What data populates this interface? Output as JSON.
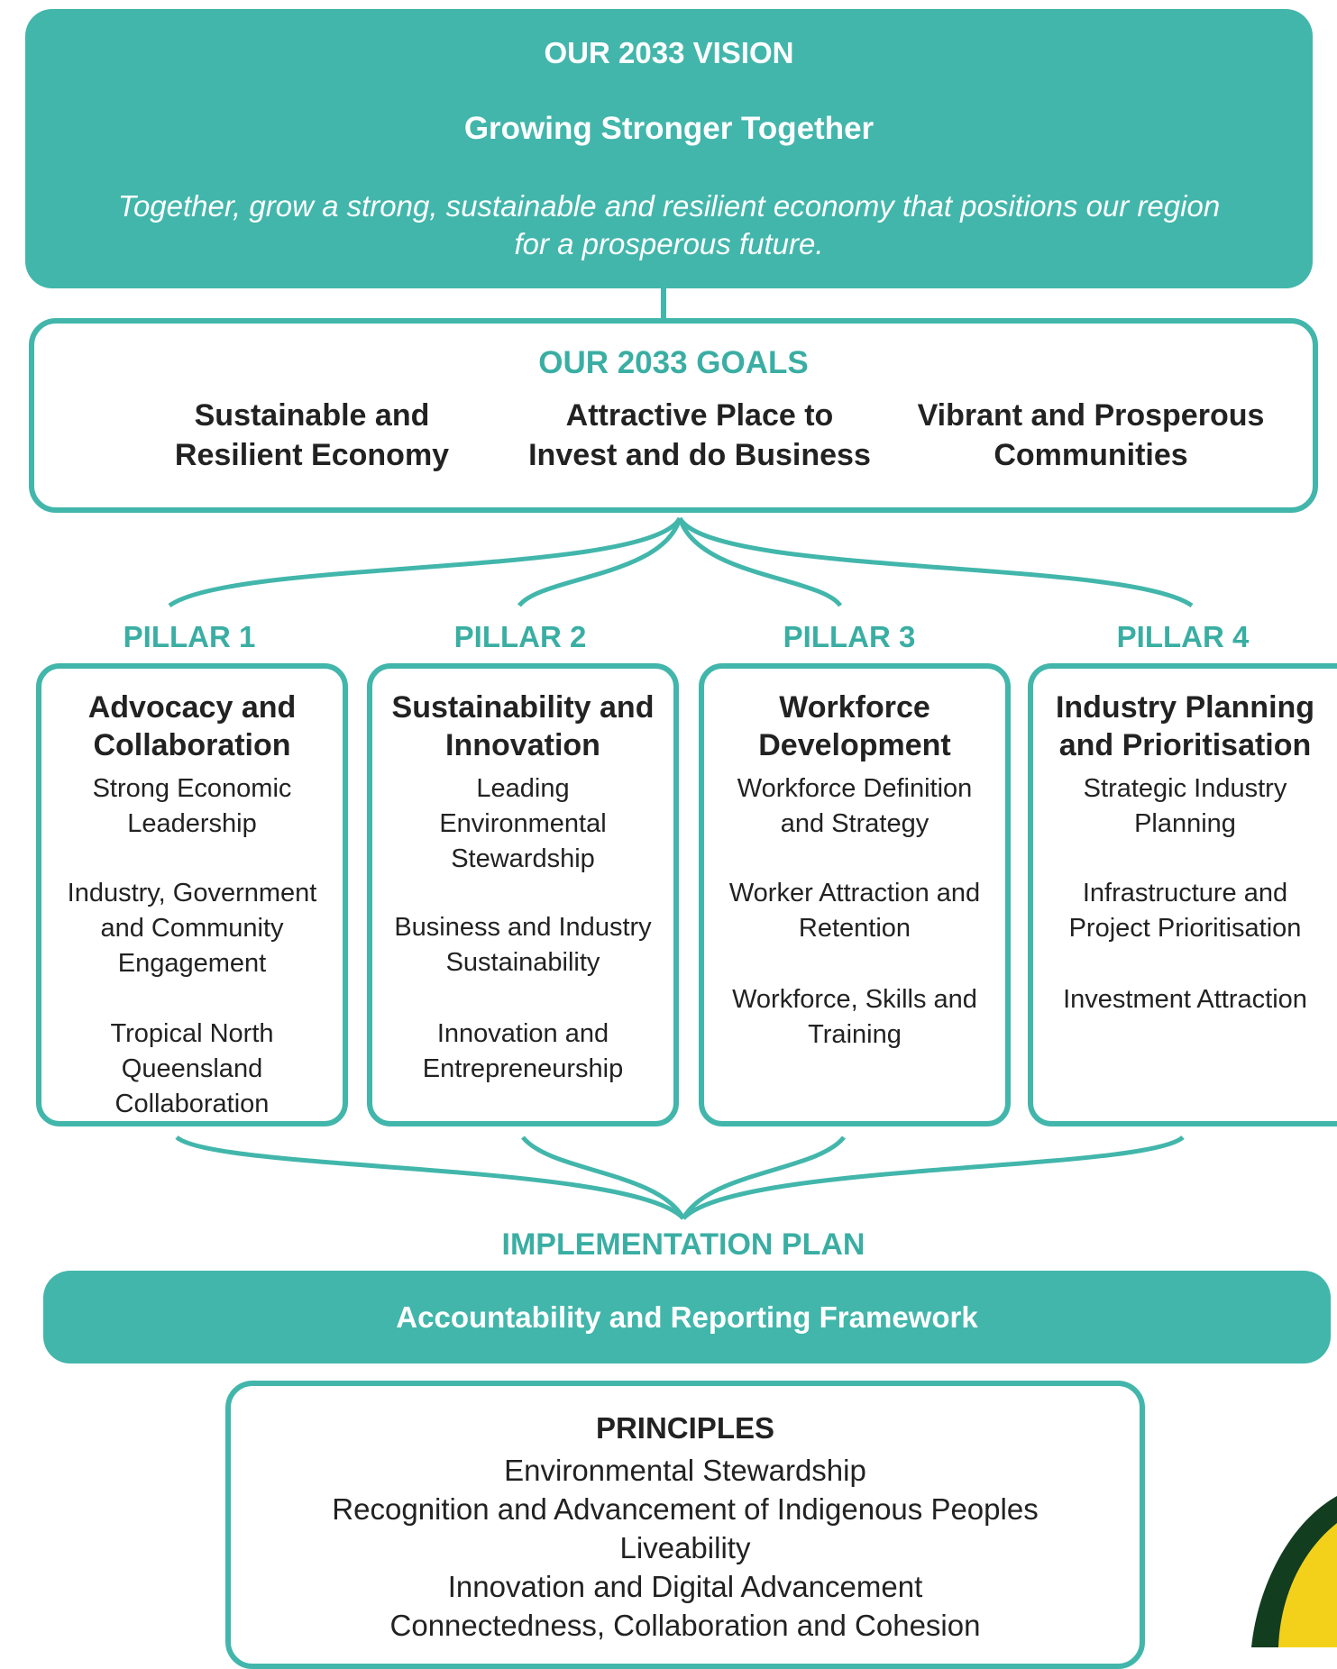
{
  "colors": {
    "teal": "#42b6ab",
    "teal_text": "#3aaea3",
    "text": "#222222",
    "corner_dark": "#123d1f",
    "corner_yellow": "#f3d11a"
  },
  "vision": {
    "heading": "OUR 2033 VISION",
    "title": "Growing Stronger Together",
    "description": "Together, grow a strong, sustainable and resilient economy that positions our region for a prosperous future."
  },
  "goals": {
    "heading": "OUR 2033 GOALS",
    "items": [
      {
        "line1": "Sustainable and",
        "line2": "Resilient Economy"
      },
      {
        "line1": "Attractive Place to",
        "line2": "Invest and do Business"
      },
      {
        "line1": "Vibrant and Prosperous",
        "line2": "Communities"
      }
    ]
  },
  "pillars": [
    {
      "label": "PILLAR 1",
      "title_line1": "Advocacy and",
      "title_line2": "Collaboration",
      "items": [
        [
          "Strong Economic",
          "Leadership"
        ],
        [
          "Industry, Government",
          "and Community",
          "Engagement"
        ],
        [
          "Tropical North",
          "Queensland",
          "Collaboration"
        ]
      ]
    },
    {
      "label": "PILLAR 2",
      "title_line1": "Sustainability and",
      "title_line2": "Innovation",
      "items": [
        [
          "Leading",
          "Environmental",
          "Stewardship"
        ],
        [
          "Business and Industry",
          "Sustainability"
        ],
        [
          "Innovation and",
          "Entrepreneurship"
        ]
      ]
    },
    {
      "label": "PILLAR 3",
      "title_line1": "Workforce",
      "title_line2": "Development",
      "items": [
        [
          "Workforce Definition",
          "and Strategy"
        ],
        [
          "Worker Attraction and",
          "Retention"
        ],
        [
          "Workforce, Skills and",
          "Training"
        ]
      ]
    },
    {
      "label": "PILLAR 4",
      "title_line1": "Industry Planning",
      "title_line2": "and Prioritisation",
      "items": [
        [
          "Strategic Industry",
          "Planning"
        ],
        [
          "Infrastructure and",
          "Project Prioritisation"
        ],
        [
          "Investment Attraction"
        ]
      ]
    }
  ],
  "implementation": {
    "heading": "IMPLEMENTATION PLAN",
    "framework": "Accountability and Reporting Framework"
  },
  "principles": {
    "heading": "PRINCIPLES",
    "items": [
      "Environmental Stewardship",
      "Recognition and Advancement of Indigenous Peoples",
      "Liveability",
      "Innovation and Digital Advancement",
      "Connectedness, Collaboration and Cohesion"
    ]
  }
}
